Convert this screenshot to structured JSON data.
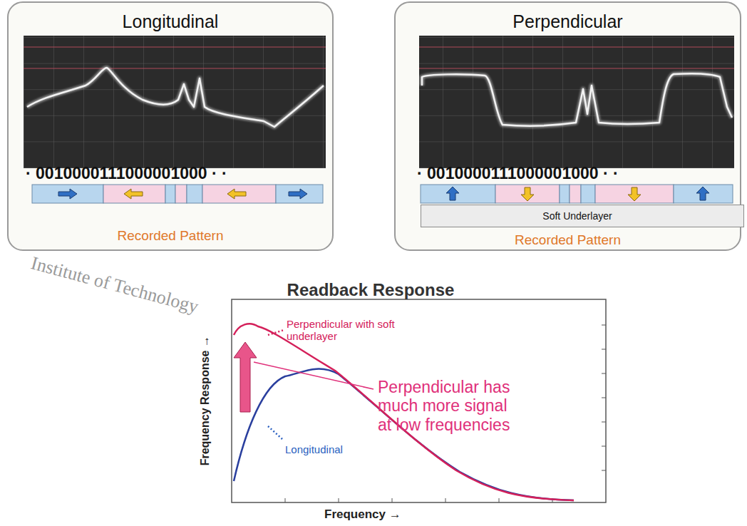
{
  "diagram": {
    "nodes": [
      {
        "text": [
          "Longitudinal",
          "· 0010000111000001000 · ·",
          "Recorded Pattern"
        ]
      },
      {
        "text": [
          "Perpendicular",
          "· 0010000111000001000 · ·",
          "Recorded Pattern"
        ]
      },
      {
        "text": [
          "Soft Underlayer"
        ],
        "in": 1
      }
    ],
    "labels": [
      "Readback Response",
      "Perpendicular with soft underlayer",
      "Perpendicular has much more signal at low frequencies",
      "Longitudinal",
      "Frequency Response →",
      "Frequency →",
      "Institute of Technology"
    ]
  }
}
